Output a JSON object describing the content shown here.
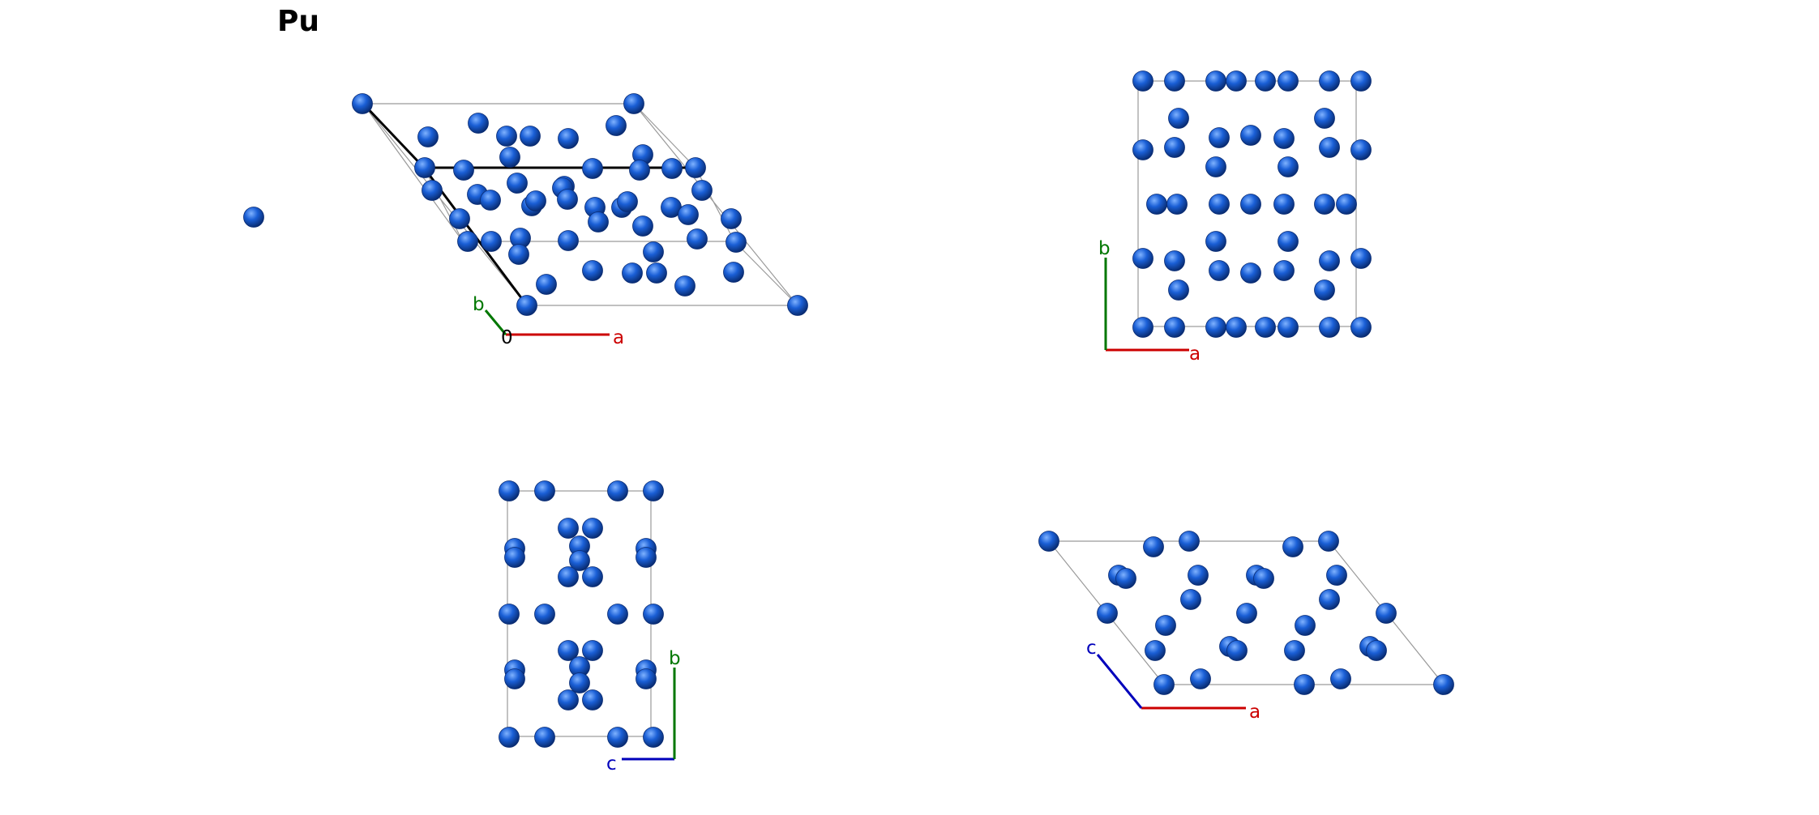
{
  "title": "Pu",
  "colors": {
    "atom_fill": "#1a5fd6",
    "atom_dark": "#0a2c74",
    "atom_light": "#5f9dff",
    "cell_line": "#9a9a9a",
    "bold_edge": "#000000",
    "axis_a": "#cc0000",
    "axis_b": "#007700",
    "axis_c": "#0000bb",
    "origin": "#000000"
  },
  "views": [
    {
      "id": "perspective",
      "axis_labels": {
        "a": "a",
        "b": "b",
        "origin": "0"
      }
    },
    {
      "id": "view-ab",
      "axis_labels": {
        "a": "a",
        "b": "b"
      }
    },
    {
      "id": "view-cb",
      "axis_labels": {
        "b": "b",
        "c": "c"
      }
    },
    {
      "id": "view-ac",
      "axis_labels": {
        "a": "a",
        "c": "c"
      }
    }
  ]
}
